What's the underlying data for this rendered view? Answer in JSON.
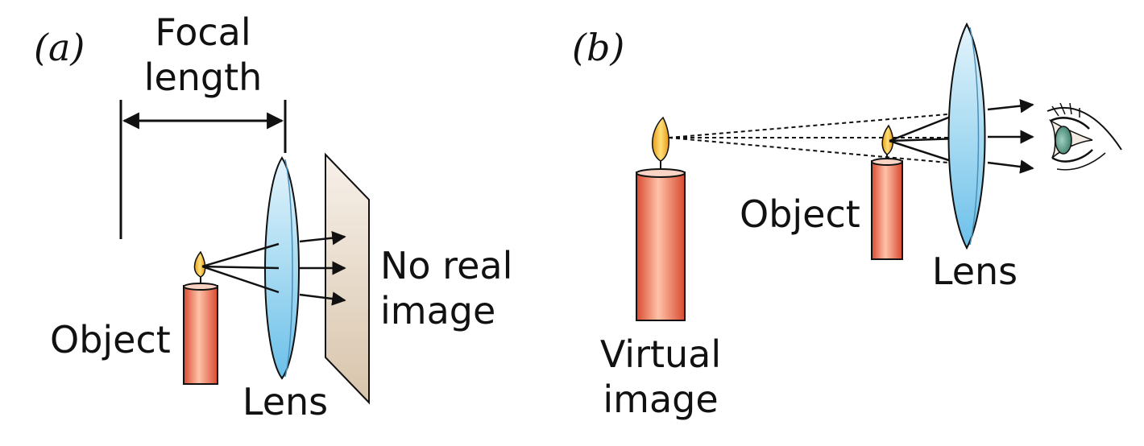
{
  "panel_a": {
    "tag": "(a)",
    "focal_line1": "Focal",
    "focal_line2": "length",
    "object": "Object",
    "lens": "Lens",
    "screen_line1": "No real",
    "screen_line2": "image"
  },
  "panel_b": {
    "tag": "(b)",
    "object": "Object",
    "lens": "Lens",
    "virtual_line1": "Virtual",
    "virtual_line2": "image"
  },
  "colors": {
    "candle": "#e8563a",
    "flame": "#f2b820",
    "lens": "#8ccbea",
    "screen": "#e2d4c2",
    "eye_iris": "#5a9a88"
  }
}
